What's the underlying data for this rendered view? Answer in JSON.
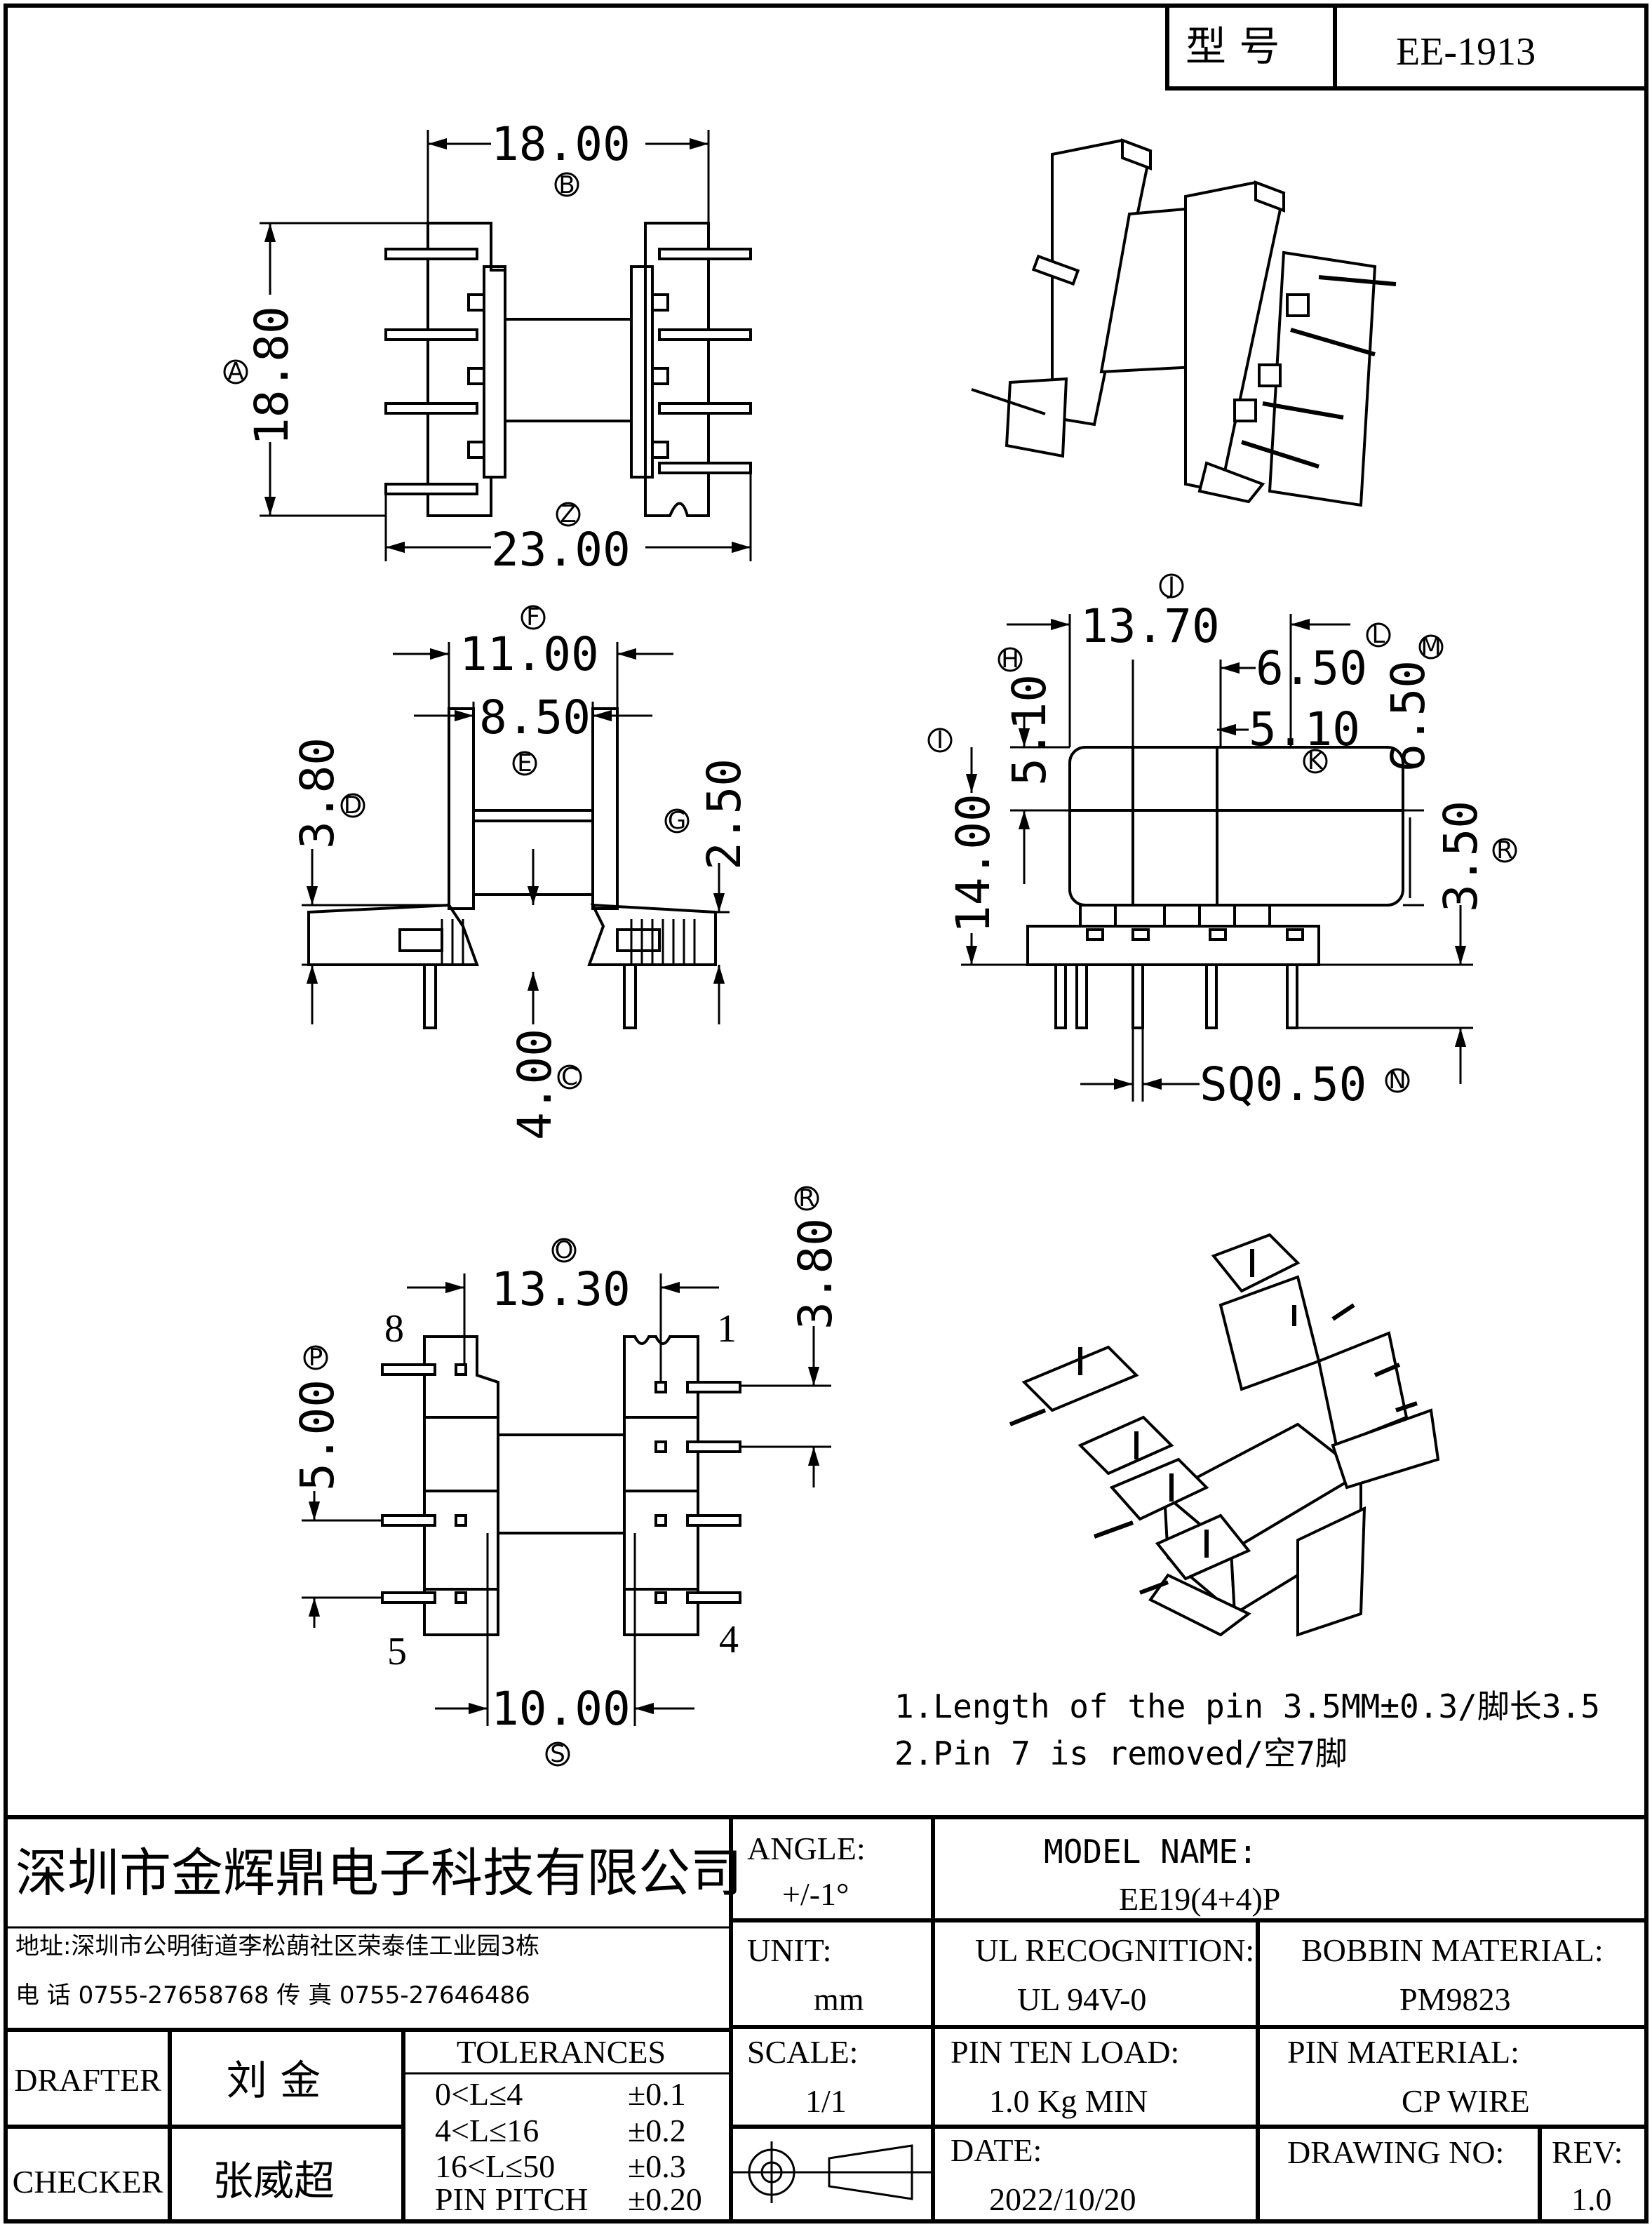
{
  "model": {
    "label": "型 号",
    "value": "EE-1913"
  },
  "dims": {
    "top_width": "18.00",
    "top_width_tag": "B",
    "top_height": "18.80",
    "top_height_tag": "A",
    "top_total": "23.00",
    "top_total_tag": "Z",
    "side_outer": "11.00",
    "side_outer_tag": "F",
    "side_inner": "8.50",
    "side_inner_tag": "E",
    "side_flange": "3.80",
    "side_flange_tag": "D",
    "side_step": "2.50",
    "side_step_tag": "G",
    "side_pin": "4.00",
    "side_pin_tag": "C",
    "front_width": "13.70",
    "front_width_tag": "J",
    "front_window": "6.50",
    "front_window_tag": "L",
    "front_core": "5.10",
    "front_core_tag": "K",
    "front_top": "5.10",
    "front_top_tag": "H",
    "front_height": "14.00",
    "front_height_tag": "I",
    "front_window_h": "6.50",
    "front_window_h_tag": "M",
    "front_pin_len": "3.50",
    "front_pin_len_tag": "R",
    "front_pin_sq": "SQ0.50",
    "front_pin_sq_tag": "N",
    "bottom_row": "13.30",
    "bottom_row_tag": "O",
    "bottom_pitch": "5.00",
    "bottom_pitch_tag": "P",
    "bottom_offset": "3.80",
    "bottom_offset_tag": "R",
    "bottom_span": "10.00",
    "bottom_span_tag": "S"
  },
  "pins": {
    "p8": "8",
    "p1": "1",
    "p5": "5",
    "p4": "4"
  },
  "notes": [
    "1.Length of the pin 3.5MM±0.3/脚长3.5",
    "2.Pin 7 is removed/空7脚"
  ],
  "company": {
    "name": "深圳市金辉鼎电子科技有限公司",
    "address": "地址:深圳市公明街道李松蓢社区荣泰佳工业园3栋",
    "phone": "电 话  0755-27658768   传 真  0755-27646486"
  },
  "title_block": {
    "angle_label": "ANGLE:",
    "angle_value": "+/-1°",
    "model_name_label": "MODEL NAME:",
    "model_name_value": "EE19(4+4)P",
    "unit_label": "UNIT:",
    "unit_value": "mm",
    "ul_label": "UL RECOGNITION:",
    "ul_value": "UL 94V-0",
    "bobbin_label": "BOBBIN MATERIAL:",
    "bobbin_value": "PM9823",
    "scale_label": "SCALE:",
    "scale_value": "1/1",
    "pin_load_label": "PIN TEN LOAD:",
    "pin_load_value": "1.0 Kg MIN",
    "pin_material_label": "PIN MATERIAL:",
    "pin_material_value": "CP WIRE",
    "date_label": "DATE:",
    "date_value": "2022/10/20",
    "drawing_no_label": "DRAWING NO:",
    "rev_label": "REV:",
    "rev_value": "1.0",
    "drafter_label": "DRAFTER",
    "drafter_value": "刘  金",
    "checker_label": "CHECKER",
    "checker_value": "张威超",
    "tolerances_label": "TOLERANCES",
    "tolerances": [
      {
        "range": "0<L≤4",
        "value": "±0.1"
      },
      {
        "range": "4<L≤16",
        "value": "±0.2"
      },
      {
        "range": "16<L≤50",
        "value": "±0.3"
      },
      {
        "range": "PIN PITCH",
        "value": "±0.20"
      }
    ]
  }
}
